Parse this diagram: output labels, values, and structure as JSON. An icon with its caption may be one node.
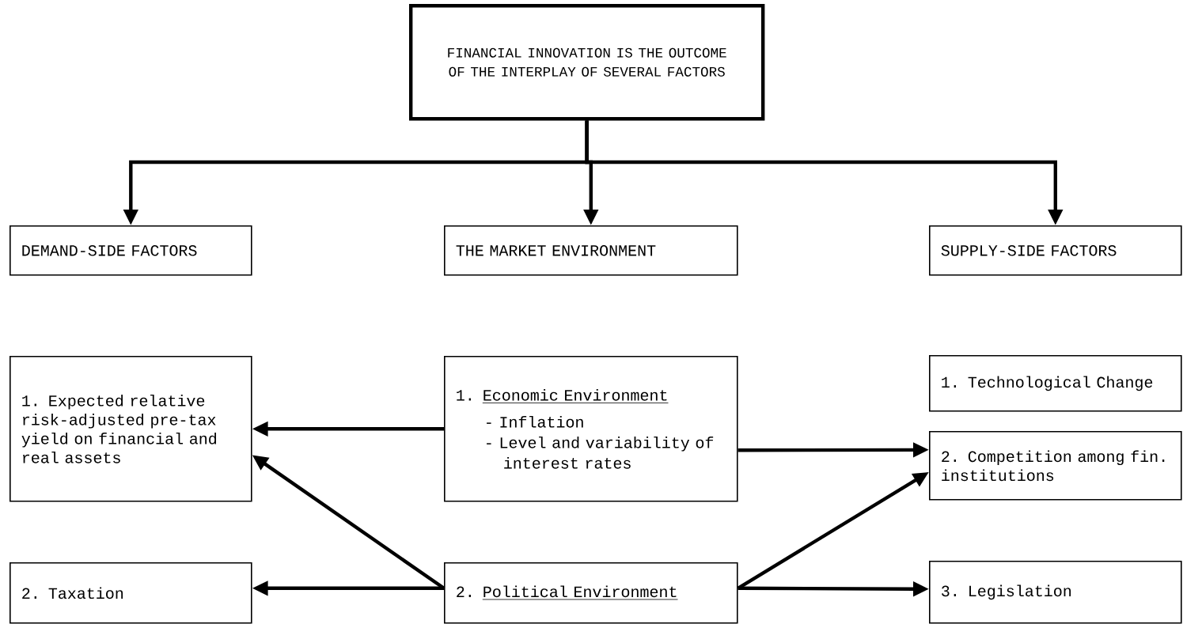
{
  "diagram": {
    "nodes": [
      {
        "text": [
          "FINANCIAL INNOVATION IS THE OUTCOME OF THE INTERPLAY OF SEVERAL FACTORS"
        ]
      },
      {
        "text": [
          "DEMAND-SIDE FACTORS"
        ]
      },
      {
        "text": [
          "THE MARKET ENVIRONMENT"
        ]
      },
      {
        "text": [
          "SUPPLY-SIDE FACTORS"
        ]
      },
      {
        "text": [
          "1. Expected relative risk-adjusted pre-tax yield on financial and real assets"
        ]
      },
      {
        "text": [
          "1.",
          "Economic Environment",
          "- Inflation",
          "- Level and variability of interest rates"
        ]
      },
      {
        "text": [
          "1. Technological Change"
        ]
      },
      {
        "text": [
          "2. Competition among fin. institutions"
        ]
      },
      {
        "text": [
          "2. Taxation"
        ]
      },
      {
        "text": [
          "2.",
          "Political Environment"
        ]
      },
      {
        "text": [
          "3. Legislation"
        ]
      }
    ],
    "edges": [
      {
        "from": 0,
        "to": 1,
        "arrow": "to"
      },
      {
        "from": 0,
        "to": 2,
        "arrow": "to"
      },
      {
        "from": 0,
        "to": 3,
        "arrow": "to"
      },
      {
        "from": 5,
        "to": 4,
        "arrow": "to"
      },
      {
        "from": 5,
        "to": 7,
        "arrow": "to"
      },
      {
        "from": 9,
        "to": 4,
        "arrow": "to"
      },
      {
        "from": 9,
        "to": 8,
        "arrow": "to"
      },
      {
        "from": 9,
        "to": 7,
        "arrow": "to"
      },
      {
        "from": 9,
        "to": 10,
        "arrow": "to"
      }
    ]
  }
}
